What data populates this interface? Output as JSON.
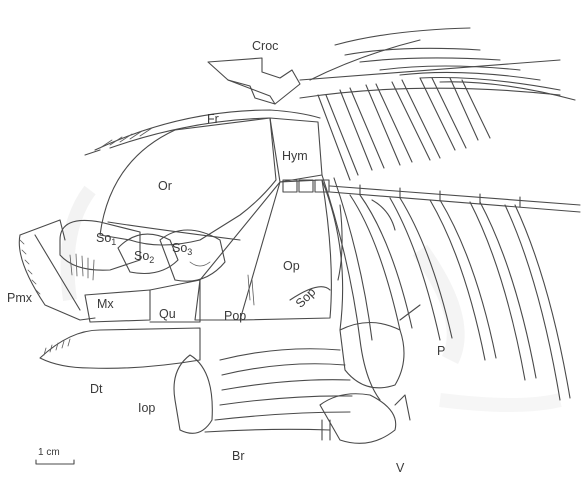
{
  "figure": {
    "labels": {
      "croc": "Croc",
      "fr": "Fr",
      "hym": "Hym",
      "or": "Or",
      "so1": "So",
      "so1_sub": "1",
      "so2": "So",
      "so2_sub": "2",
      "so3": "So",
      "so3_sub": "3",
      "pmx": "Pmx",
      "mx": "Mx",
      "qu": "Qu",
      "pop": "Pop",
      "op": "Op",
      "sop": "Sop",
      "dt": "Dt",
      "iop": "Iop",
      "br": "Br",
      "p": "P",
      "v": "V"
    },
    "scale_bar": {
      "label": "1 cm"
    },
    "colors": {
      "line": "#4a4a4a",
      "background": "#ffffff"
    }
  }
}
